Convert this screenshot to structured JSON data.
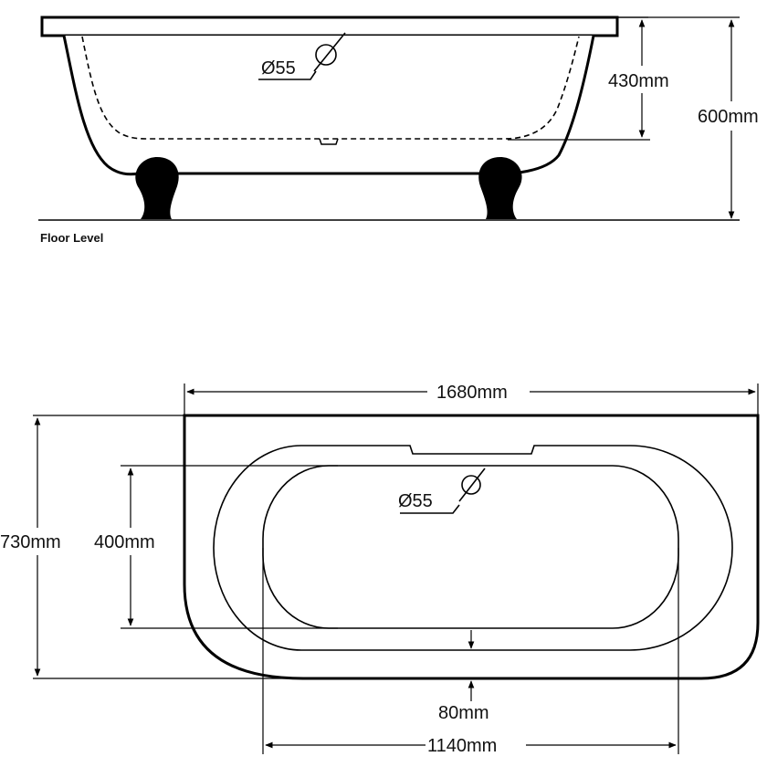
{
  "side_view": {
    "drain_label": "Ø55",
    "depth_label": "430mm",
    "height_label": "600mm",
    "floor_label": "Floor Level"
  },
  "top_view": {
    "length_label": "1680mm",
    "width_label": "730mm",
    "basin_width_label": "400mm",
    "drain_label": "Ø55",
    "offset_label": "80mm",
    "basin_length_label": "1140mm"
  }
}
